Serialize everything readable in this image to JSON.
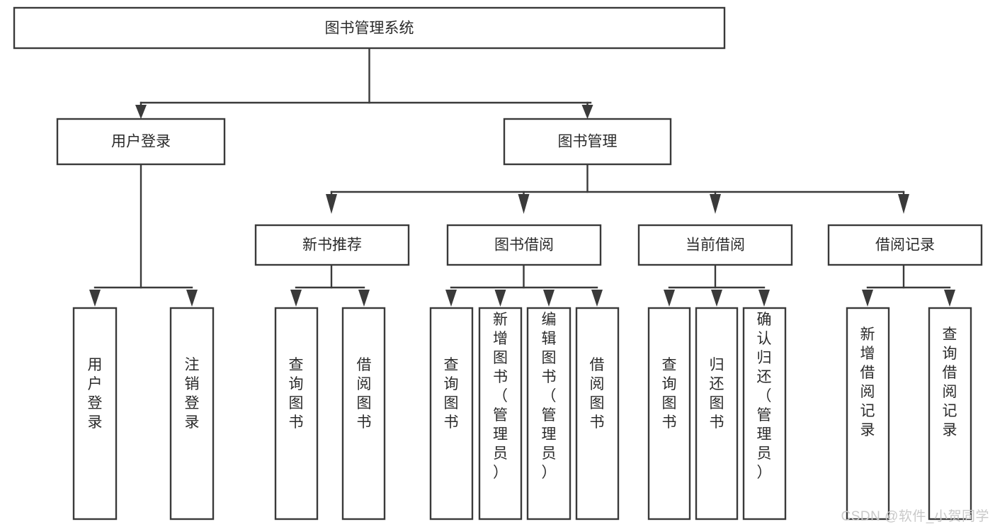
{
  "diagram": {
    "type": "tree-hierarchy",
    "title": "图书管理系统",
    "watermark": "CSDN @软件_小贺同学",
    "colors": {
      "stroke": "#3a3a3a",
      "fill": "#ffffff",
      "text": "#2b2b2b",
      "watermark": "#c9c9c9"
    },
    "levels": {
      "root": {
        "label": "图书管理系统"
      },
      "level2": [
        {
          "label": "用户登录"
        },
        {
          "label": "图书管理"
        }
      ],
      "level3": [
        {
          "label": "新书推荐"
        },
        {
          "label": "图书借阅"
        },
        {
          "label": "当前借阅"
        },
        {
          "label": "借阅记录"
        }
      ],
      "leaves": [
        {
          "label": "用户登录",
          "parent": "用户登录"
        },
        {
          "label": "注销登录",
          "parent": "用户登录"
        },
        {
          "label": "查询图书",
          "parent": "新书推荐"
        },
        {
          "label": "借阅图书",
          "parent": "新书推荐"
        },
        {
          "label": "查询图书",
          "parent": "图书借阅"
        },
        {
          "label": "新增图书（管理员）",
          "parent": "图书借阅"
        },
        {
          "label": "编辑图书（管理员）",
          "parent": "图书借阅"
        },
        {
          "label": "借阅图书",
          "parent": "图书借阅"
        },
        {
          "label": "查询图书",
          "parent": "当前借阅"
        },
        {
          "label": "归还图书",
          "parent": "当前借阅"
        },
        {
          "label": "确认归还（管理员）",
          "parent": "当前借阅"
        },
        {
          "label": "新增借阅记录",
          "parent": "借阅记录"
        },
        {
          "label": "查询借阅记录",
          "parent": "借阅记录"
        }
      ]
    }
  }
}
